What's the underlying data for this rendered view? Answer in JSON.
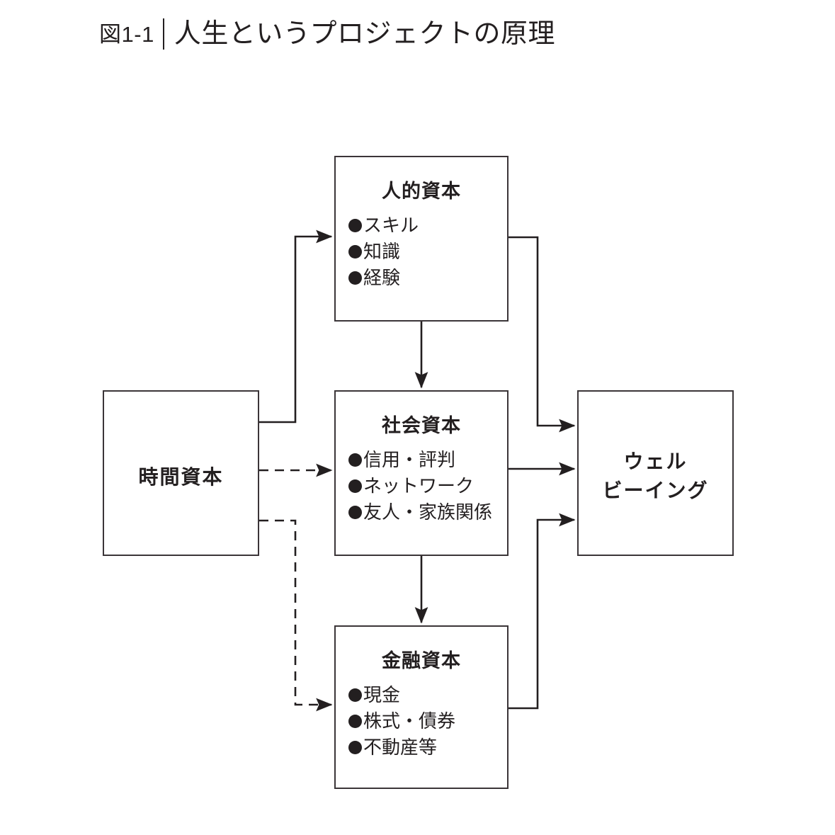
{
  "header": {
    "figure_number": "図1-1",
    "divider": "|",
    "title": "人生というプロジェクトの原理"
  },
  "diagram": {
    "type": "flow-diagram",
    "nodes": [
      {
        "id": "human-capital",
        "title": "人的資本",
        "items": [
          "スキル",
          "知識",
          "経験"
        ]
      },
      {
        "id": "social-capital",
        "title": "社会資本",
        "items": [
          "信用・評判",
          "ネットワーク",
          "友人・家族関係"
        ]
      },
      {
        "id": "financial-capital",
        "title": "金融資本",
        "items": [
          "現金",
          "株式・債券",
          "不動産等"
        ]
      },
      {
        "id": "time-capital",
        "label_line1": "時間資本"
      },
      {
        "id": "wellbeing",
        "label_line1": "ウェル",
        "label_line2": "ビーイング"
      }
    ],
    "edges": [
      {
        "from": "time-capital",
        "to": "human-capital",
        "style": "solid"
      },
      {
        "from": "time-capital",
        "to": "social-capital",
        "style": "dashed"
      },
      {
        "from": "time-capital",
        "to": "financial-capital",
        "style": "dashed"
      },
      {
        "from": "human-capital",
        "to": "social-capital",
        "style": "solid"
      },
      {
        "from": "social-capital",
        "to": "financial-capital",
        "style": "solid"
      },
      {
        "from": "human-capital",
        "to": "wellbeing",
        "style": "solid"
      },
      {
        "from": "social-capital",
        "to": "wellbeing",
        "style": "solid"
      },
      {
        "from": "financial-capital",
        "to": "wellbeing",
        "style": "solid"
      }
    ],
    "bullet_glyph": "●",
    "colors": {
      "ink": "#231f20",
      "box_border": "#3b3538",
      "background": "#ffffff"
    }
  }
}
